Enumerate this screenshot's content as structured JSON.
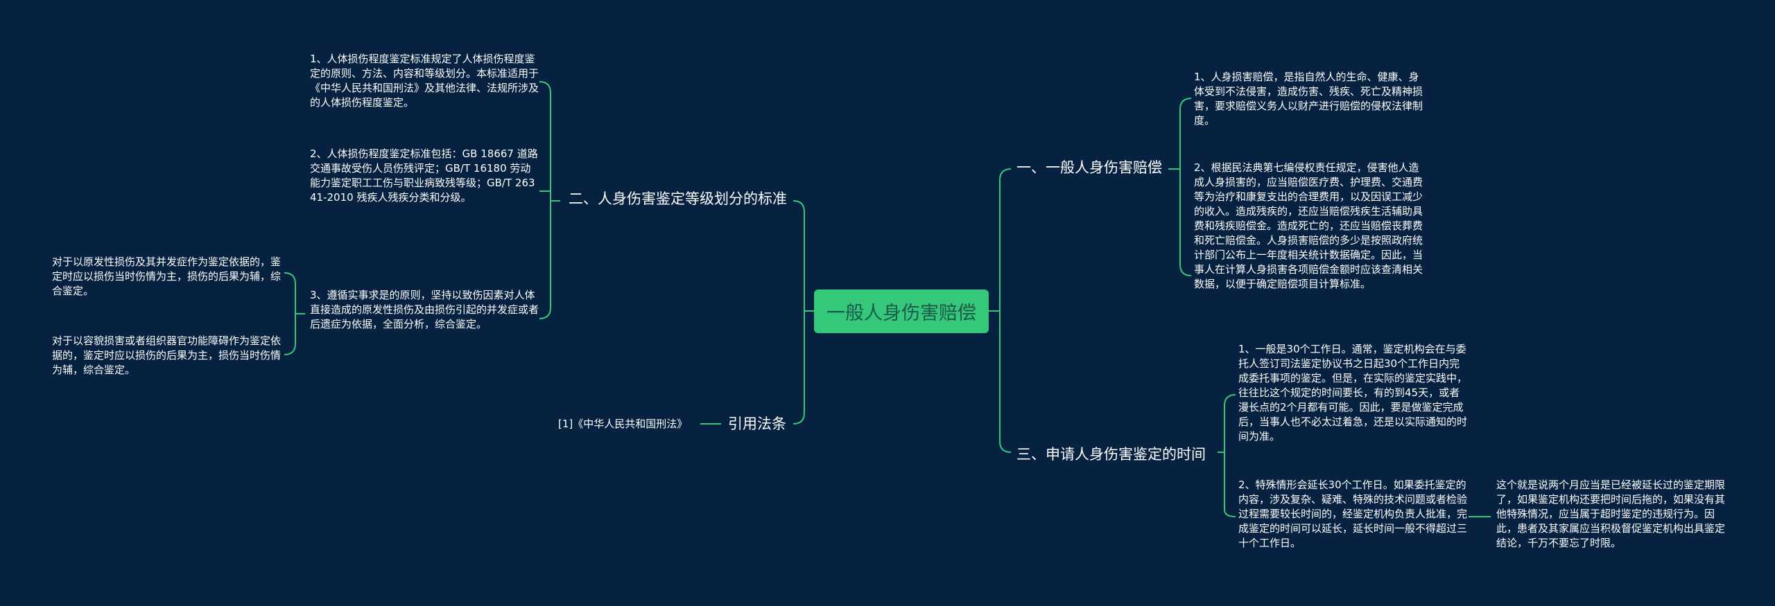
{
  "root": {
    "label": "一般人身伤害赔偿"
  },
  "right_branches": [
    {
      "label": "一、一般人身伤害赔偿",
      "children": [
        "1、人身损害赔偿，是指自然人的生命、健康、身体受到不法侵害，造成伤害、残疾、死亡及精神损害，要求赔偿义务人以财产进行赔偿的侵权法律制度。",
        "2、根据民法典第七编侵权责任规定，侵害他人造成人身损害的，应当赔偿医疗费、护理费、交通费等为治疗和康复支出的合理费用，以及因误工减少的收入。造成残疾的，还应当赔偿残疾生活辅助具费和残疾赔偿金。造成死亡的，还应当赔偿丧葬费和死亡赔偿金。人身损害赔偿的多少是按照政府统计部门公布上一年度相关统计数据确定。因此，当事人在计算人身损害各项赔偿金额时应该查清相关数据，以便于确定赔偿项目计算标准。"
      ]
    },
    {
      "label": "三、申请人身伤害鉴定的时间",
      "children": [
        "1、一般是30个工作日。通常，鉴定机构会在与委托人签订司法鉴定协议书之日起30个工作日内完成委托事项的鉴定。但是，在实际的鉴定实践中，往往比这个规定的时间要长，有的到45天，或者漫长点的2个月都有可能。因此，要是做鉴定完成后，当事人也不必太过着急，还是以实际通知的时间为准。",
        "2、特殊情形会延长30个工作日。如果委托鉴定的内容，涉及复杂、疑难、特殊的技术问题或者检验过程需要较长时间的，经鉴定机构负责人批准，完成鉴定的时间可以延长，延长时间一般不得超过三十个工作日。"
      ],
      "grandchild": "这个就是说两个月应当是已经被延长过的鉴定期限了，如果鉴定机构还要把时间后拖的，如果没有其他特殊情况，应当属于超时鉴定的违规行为。因此，患者及其家属应当积极督促鉴定机构出具鉴定结论，千万不要忘了时限。"
    }
  ],
  "left_branches": [
    {
      "label": "二、人身伤害鉴定等级划分的标准",
      "children": [
        "1、人体损伤程度鉴定标准规定了人体损伤程度鉴定的原则、方法、内容和等级划分。本标准适用于《中华人民共和国刑法》及其他法律、法规所涉及的人体损伤程度鉴定。",
        "2、人体损伤程度鉴定标准包括：GB 18667 道路交通事故受伤人员伤残评定；GB/T 16180 劳动能力鉴定职工工伤与职业病致残等级；GB/T 26341-2010 残疾人残疾分类和分级。",
        "3、遵循实事求是的原则，坚持以致伤因素对人体直接造成的原发性损伤及由损伤引起的并发症或者后遗症为依据，全面分析，综合鉴定。"
      ],
      "grandchildren": [
        "对于以原发性损伤及其并发症作为鉴定依据的，鉴定时应以损伤当时伤情为主，损伤的后果为辅，综合鉴定。",
        "对于以容貌损害或者组织器官功能障碍作为鉴定依据的，鉴定时应以损伤的后果为主，损伤当时伤情为辅，综合鉴定。"
      ]
    },
    {
      "label": "引用法条",
      "children": [
        "[1]《中华人民共和国刑法》"
      ]
    }
  ],
  "colors": {
    "background": "#062240",
    "root_fill": "#35c87a",
    "root_text": "#1b5a4a",
    "connector": "#35c87a",
    "text": "#ffffff"
  }
}
